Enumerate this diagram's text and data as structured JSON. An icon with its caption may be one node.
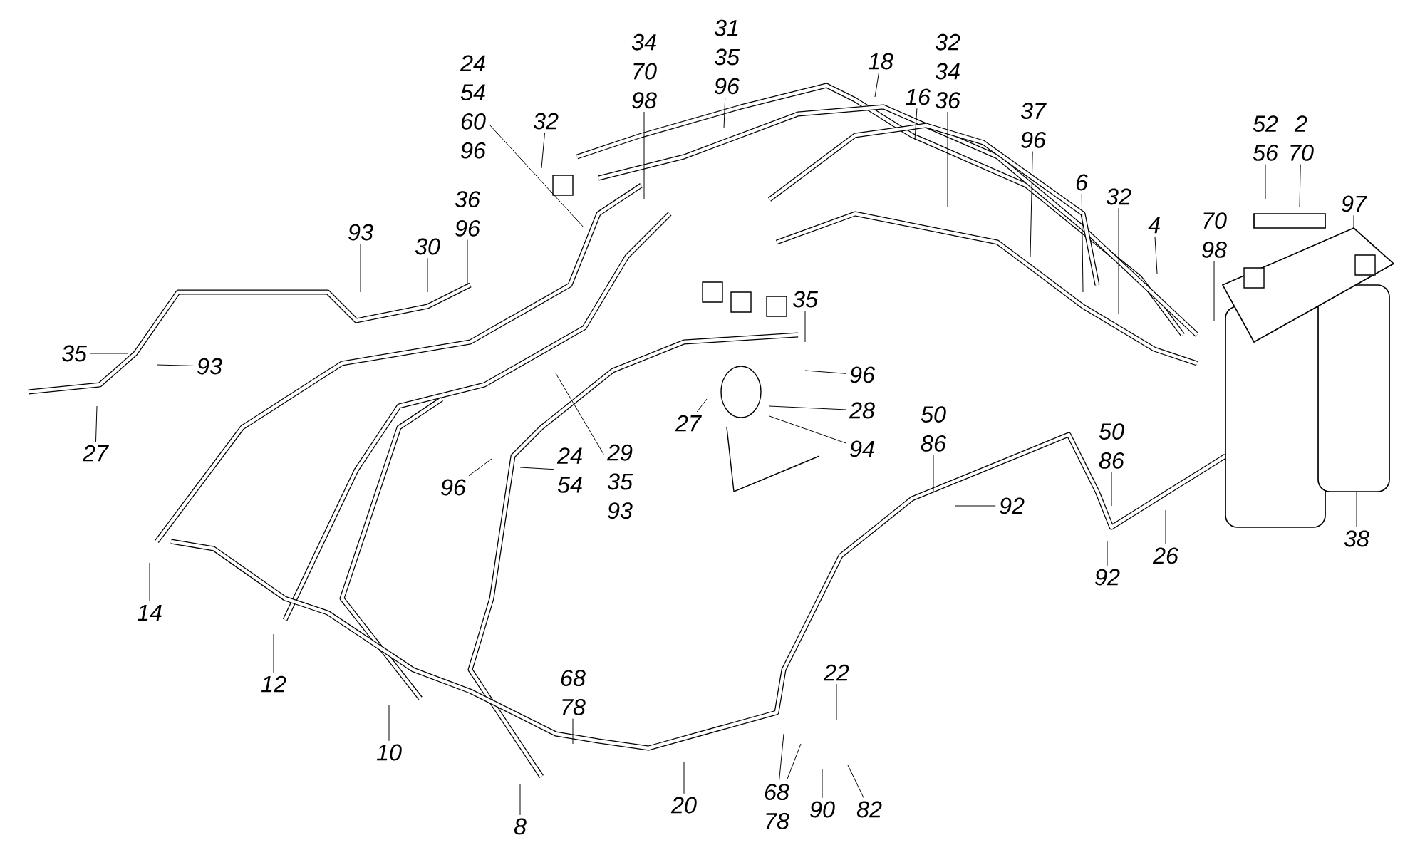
{
  "diagram": {
    "nodes": [
      {
        "text": [
          "24",
          "54",
          "60",
          "96"
        ]
      },
      {
        "text": [
          "32"
        ]
      },
      {
        "text": [
          "34",
          "70",
          "98"
        ]
      },
      {
        "text": [
          "31",
          "35",
          "96"
        ]
      },
      {
        "text": [
          "18"
        ]
      },
      {
        "text": [
          "16"
        ]
      },
      {
        "text": [
          "32",
          "34",
          "36"
        ]
      },
      {
        "text": [
          "37",
          "96"
        ]
      },
      {
        "text": [
          "6"
        ]
      },
      {
        "text": [
          "32"
        ]
      },
      {
        "text": [
          "4"
        ]
      },
      {
        "text": [
          "70",
          "98"
        ]
      },
      {
        "text": [
          "52",
          "56"
        ]
      },
      {
        "text": [
          "2",
          "70"
        ]
      },
      {
        "text": [
          "97"
        ]
      },
      {
        "text": [
          "93"
        ]
      },
      {
        "text": [
          "30"
        ]
      },
      {
        "text": [
          "36",
          "96"
        ]
      },
      {
        "text": [
          "35"
        ]
      },
      {
        "text": [
          "93"
        ]
      },
      {
        "text": [
          "27"
        ]
      },
      {
        "text": [
          "35"
        ]
      },
      {
        "text": [
          "96"
        ]
      },
      {
        "text": [
          "28"
        ]
      },
      {
        "text": [
          "94"
        ]
      },
      {
        "text": [
          "27"
        ]
      },
      {
        "text": [
          "29",
          "35",
          "93"
        ]
      },
      {
        "text": [
          "24",
          "54"
        ]
      },
      {
        "text": [
          "96"
        ]
      },
      {
        "text": [
          "50",
          "86"
        ]
      },
      {
        "text": [
          "92"
        ]
      },
      {
        "text": [
          "50",
          "86"
        ]
      },
      {
        "text": [
          "92"
        ]
      },
      {
        "text": [
          "26"
        ]
      },
      {
        "text": [
          "38"
        ]
      },
      {
        "text": [
          "14"
        ]
      },
      {
        "text": [
          "12"
        ]
      },
      {
        "text": [
          "10"
        ]
      },
      {
        "text": [
          "68",
          "78"
        ]
      },
      {
        "text": [
          "8"
        ]
      },
      {
        "text": [
          "20"
        ]
      },
      {
        "text": [
          "22"
        ]
      },
      {
        "text": [
          "68",
          "78"
        ]
      },
      {
        "text": [
          "90"
        ]
      },
      {
        "text": [
          "82"
        ]
      }
    ],
    "edges": [
      {
        "from": 0,
        "to": null,
        "arrow": "none"
      },
      {
        "from": 1,
        "to": null,
        "arrow": "none"
      },
      {
        "from": 2,
        "to": null,
        "arrow": "none"
      },
      {
        "from": 3,
        "to": null,
        "arrow": "none"
      },
      {
        "from": 4,
        "to": null,
        "arrow": "none"
      },
      {
        "from": 5,
        "to": null,
        "arrow": "none"
      },
      {
        "from": 6,
        "to": null,
        "arrow": "none"
      },
      {
        "from": 7,
        "to": null,
        "arrow": "none"
      },
      {
        "from": 8,
        "to": null,
        "arrow": "none"
      },
      {
        "from": 9,
        "to": null,
        "arrow": "none"
      },
      {
        "from": 10,
        "to": null,
        "arrow": "none"
      },
      {
        "from": 11,
        "to": null,
        "arrow": "none"
      },
      {
        "from": 12,
        "to": null,
        "arrow": "none"
      },
      {
        "from": 13,
        "to": null,
        "arrow": "none"
      },
      {
        "from": 14,
        "to": null,
        "arrow": "none"
      },
      {
        "from": 15,
        "to": null,
        "arrow": "none"
      },
      {
        "from": 16,
        "to": null,
        "arrow": "none"
      },
      {
        "from": 17,
        "to": null,
        "arrow": "none"
      },
      {
        "from": 18,
        "to": null,
        "arrow": "none"
      },
      {
        "from": 19,
        "to": null,
        "arrow": "none"
      },
      {
        "from": 20,
        "to": null,
        "arrow": "none"
      },
      {
        "from": 21,
        "to": null,
        "arrow": "none"
      },
      {
        "from": 22,
        "to": null,
        "arrow": "none"
      },
      {
        "from": 23,
        "to": null,
        "arrow": "none"
      },
      {
        "from": 24,
        "to": null,
        "arrow": "none"
      },
      {
        "from": 25,
        "to": null,
        "arrow": "none"
      },
      {
        "from": 26,
        "to": null,
        "arrow": "none"
      },
      {
        "from": 27,
        "to": null,
        "arrow": "none"
      },
      {
        "from": 28,
        "to": null,
        "arrow": "none"
      },
      {
        "from": 29,
        "to": null,
        "arrow": "none"
      },
      {
        "from": 30,
        "to": null,
        "arrow": "none"
      },
      {
        "from": 31,
        "to": null,
        "arrow": "none"
      },
      {
        "from": 32,
        "to": null,
        "arrow": "none"
      },
      {
        "from": 33,
        "to": null,
        "arrow": "none"
      },
      {
        "from": 34,
        "to": null,
        "arrow": "none"
      },
      {
        "from": 35,
        "to": null,
        "arrow": "none"
      },
      {
        "from": 36,
        "to": null,
        "arrow": "none"
      },
      {
        "from": 37,
        "to": null,
        "arrow": "none"
      },
      {
        "from": 38,
        "to": null,
        "arrow": "none"
      },
      {
        "from": 39,
        "to": null,
        "arrow": "none"
      },
      {
        "from": 40,
        "to": null,
        "arrow": "none"
      },
      {
        "from": 41,
        "to": null,
        "arrow": "none"
      },
      {
        "from": 42,
        "to": null,
        "arrow": "none"
      },
      {
        "from": 42,
        "to": null,
        "arrow": "none"
      },
      {
        "from": 43,
        "to": null,
        "arrow": "none"
      },
      {
        "from": 44,
        "to": null,
        "arrow": "none"
      }
    ]
  }
}
